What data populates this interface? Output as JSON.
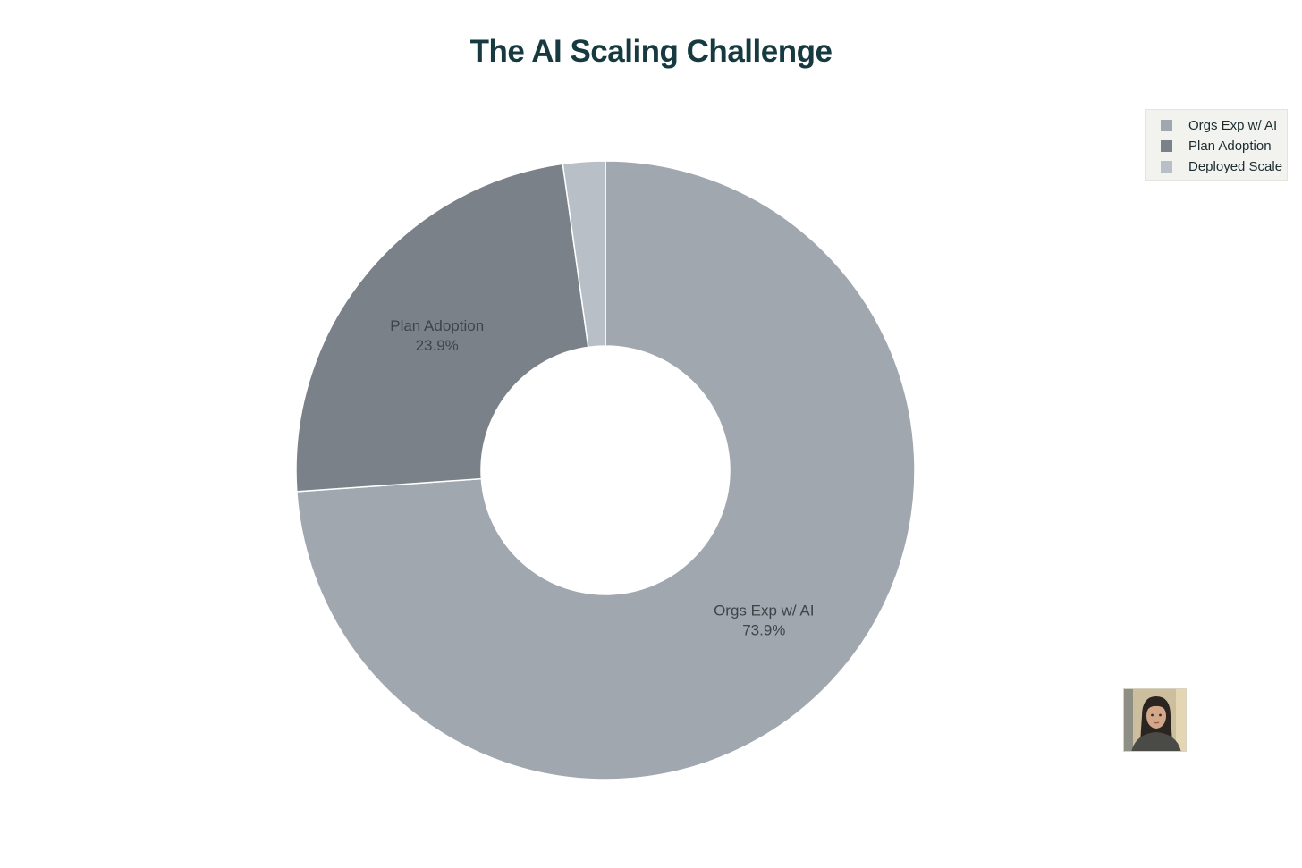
{
  "chart_data": {
    "type": "pie",
    "style": "donut",
    "title": "The AI Scaling Challenge",
    "categories": [
      "Orgs Exp w/ AI",
      "Plan Adoption",
      "Deployed Scale"
    ],
    "values": [
      73.9,
      23.9,
      2.2
    ],
    "value_labels": [
      "73.9%",
      "23.9%",
      ""
    ],
    "colors": [
      "#a0a7af",
      "#7b8188",
      "#b8bfc6"
    ],
    "label_color": "#3f4448",
    "legend": {
      "position": "top-right",
      "entries": [
        "Orgs Exp w/ AI",
        "Plan Adoption",
        "Deployed Scale"
      ]
    }
  },
  "colors": {
    "title": "#163a3f",
    "background": "#ffffff",
    "legend_background": "#f2f3ef"
  },
  "avatar": {
    "icon": "person-portrait-icon"
  }
}
